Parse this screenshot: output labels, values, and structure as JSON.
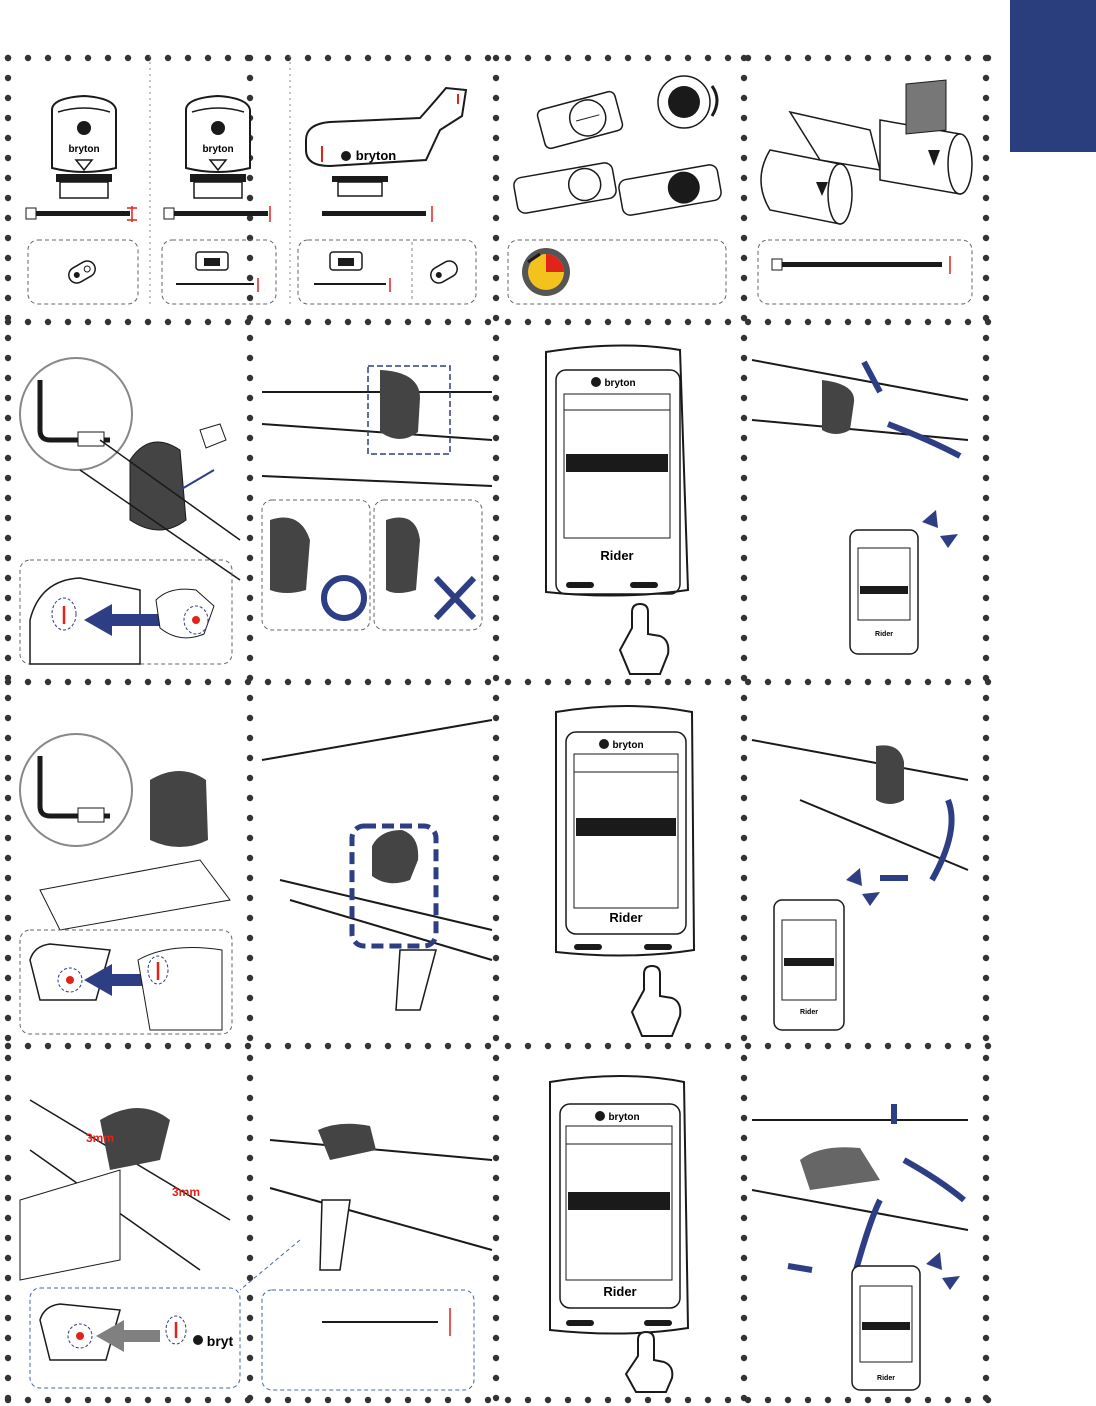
{
  "colors": {
    "tab": "#2a3d7c",
    "accent_blue": "#2e3e84",
    "accent_red": "#e2231a",
    "line": "#1a1a1a",
    "dot": "#333333"
  },
  "brand_text": "bryton",
  "brand_text_short": "bryt",
  "device_label": "Rider",
  "gap_label": "3mm",
  "icons": [
    "sensor-icon",
    "magnet-icon",
    "cable-tie-icon",
    "hand-press-icon",
    "arrow-icon",
    "circle-ok-icon",
    "cross-no-icon",
    "battery-coin-icon",
    "signal-waves-icon"
  ]
}
